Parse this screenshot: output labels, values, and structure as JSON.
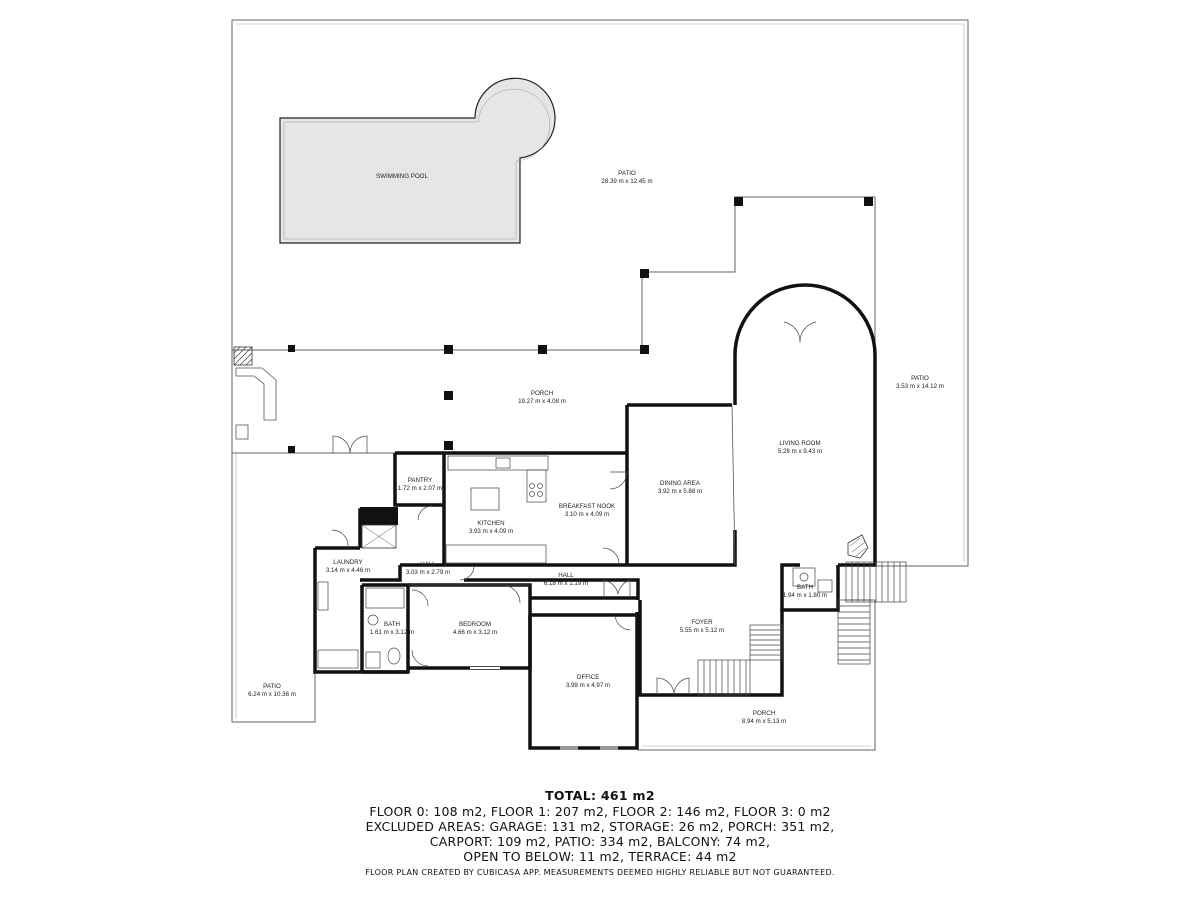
{
  "rooms": {
    "swimming_pool": {
      "name": "SWIMMING POOL"
    },
    "patio_top": {
      "name": "PATIO",
      "dims": "28.39 m x 12.45 m"
    },
    "patio_right": {
      "name": "PATIO",
      "dims": "3.53 m x 14.12 m"
    },
    "porch_main": {
      "name": "PORCH",
      "dims": "19.27 m x 4.08 m"
    },
    "living_room": {
      "name": "LIVING ROOM",
      "dims": "5.28 m x 9.43 m"
    },
    "dining_area": {
      "name": "DINING AREA",
      "dims": "3.92 m x 5.88 m"
    },
    "breakfast_nook": {
      "name": "BREAKFAST NOOK",
      "dims": "3.10 m x 4.09 m"
    },
    "kitchen": {
      "name": "KITCHEN",
      "dims": "3.93 m x 4.09 m"
    },
    "pantry": {
      "name": "PANTRY",
      "dims": "1.72 m x 2.07 m"
    },
    "laundry": {
      "name": "LAUNDRY",
      "dims": "3.14 m x 4.46 m"
    },
    "hall_left": {
      "name": "HALL",
      "dims": "3.03 m x 2.79 m"
    },
    "hall_center": {
      "name": "HALL",
      "dims": "6.18 m x 1.19 m"
    },
    "bath_right": {
      "name": "BATH",
      "dims": "1.94 m x 1.80 m"
    },
    "bath_left": {
      "name": "BATH",
      "dims": "1.61 m x 3.12 m"
    },
    "bedroom": {
      "name": "BEDROOM",
      "dims": "4.66 m x 3.12 m"
    },
    "foyer": {
      "name": "FOYER",
      "dims": "5.55 m x 5.12 m"
    },
    "office": {
      "name": "OFFICE",
      "dims": "3.99 m x 4.97 m"
    },
    "porch_front": {
      "name": "PORCH",
      "dims": "8.94 m x 5.13 m"
    },
    "patio_left": {
      "name": "PATIO",
      "dims": "6.24 m x 10.36 m"
    }
  },
  "summary": {
    "total": "TOTAL: 461 m2",
    "lines": [
      "FLOOR 0: 108 m2, FLOOR 1: 207 m2, FLOOR 2: 146 m2, FLOOR 3: 0 m2",
      "EXCLUDED AREAS: GARAGE: 131 m2, STORAGE: 26 m2, PORCH: 351 m2,",
      "CARPORT: 109 m2, PATIO: 334 m2, BALCONY: 74 m2,",
      "OPEN TO BELOW: 11 m2, TERRACE: 44 m2"
    ]
  },
  "disclaimer": "FLOOR PLAN CREATED BY CUBICASA APP. MEASUREMENTS DEEMED HIGHLY RELIABLE BUT NOT GUARANTEED.",
  "colors": {
    "wall": "#111111",
    "outline": "#555555",
    "pool_fill": "#e6e6e6",
    "background": "#ffffff"
  }
}
